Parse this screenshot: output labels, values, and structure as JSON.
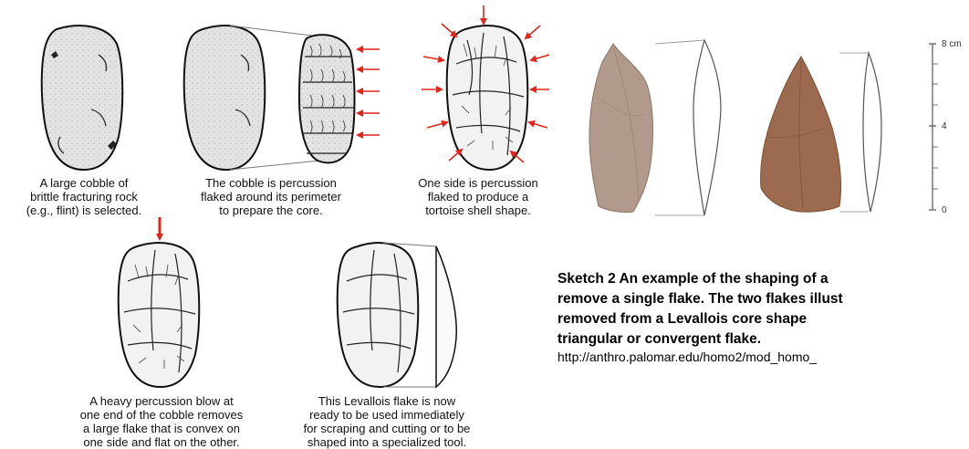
{
  "diagram": {
    "captions": [
      "A large cobble of\nbrittle fracturing rock\n(e.g., flint) is selected.",
      "The cobble is percussion\nflaked around its perimeter\nto prepare the core.",
      "One side is percussion\nflaked to produce a\ntortoise shell shape.",
      "A heavy percussion blow at\none end of the cobble removes\na large flake that is convex on\none side and flat on the other.",
      "This Levallois flake is now\nready to be used immediately\nfor scraping and cutting or to be\nshaped into a specialized tool."
    ],
    "arrow_color": "#e0261c"
  },
  "photo": {
    "scale_labels": [
      "8 cm",
      "4",
      "0"
    ]
  },
  "sketch": {
    "title_lines": [
      "Sketch 2    An example of the shaping of a",
      "remove a single flake. The two flakes illust",
      "removed  from  a  Levallois  core  shape",
      "triangular or convergent flake."
    ],
    "url": "http://anthro.palomar.edu/homo2/mod_homo_"
  }
}
